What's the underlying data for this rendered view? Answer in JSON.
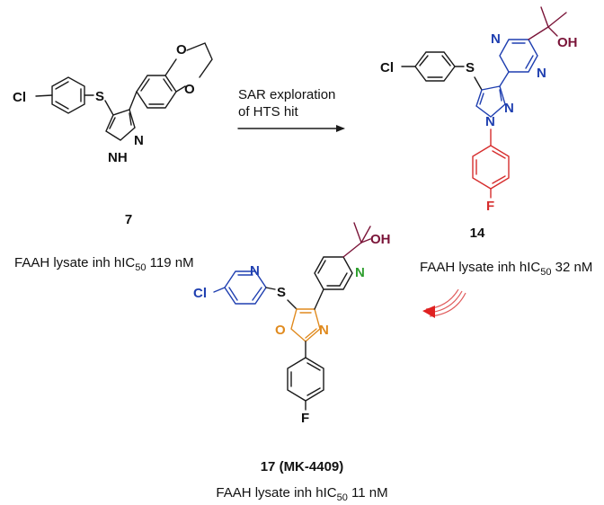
{
  "compound_7": {
    "number": "7",
    "activity_prefix": "FAAH lysate inh hIC",
    "activity_sub": "50",
    "activity_value": " 119 nM",
    "atoms": {
      "cl": "Cl",
      "s": "S",
      "nh": "NH",
      "n": "N",
      "o1": "O",
      "o2": "O"
    }
  },
  "arrow_label": {
    "line1": "SAR exploration",
    "line2": "of HTS hit"
  },
  "compound_14": {
    "number": "14",
    "activity_prefix": "FAAH lysate inh hIC",
    "activity_sub": "50",
    "activity_value": " 32 nM",
    "atoms": {
      "cl": "Cl",
      "s": "S",
      "n_pz1": "N",
      "n_pz2": "N",
      "n_a": "N",
      "n_b": "N",
      "oh": "OH",
      "f": "F"
    }
  },
  "compound_17": {
    "number": "17 (MK-4409)",
    "activity_prefix": "FAAH lysate inh hIC",
    "activity_sub": "50",
    "activity_value": " 11 nM",
    "atoms": {
      "cl": "Cl",
      "s": "S",
      "n_py1": "N",
      "n_py2": "N",
      "n_ox": "N",
      "o_ox": "O",
      "oh": "OH",
      "f": "F"
    }
  }
}
